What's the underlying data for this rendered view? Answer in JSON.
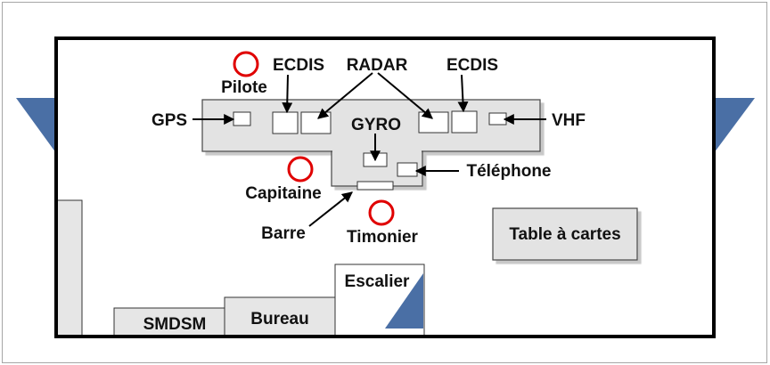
{
  "diagram": {
    "title": "Plan de passerelle",
    "colors": {
      "wall": "#000000",
      "console_fill": "#e3e3e3",
      "person_circle": "#e00000",
      "wing_triangle": "#4a6fa5",
      "frame_border": "#a6a6a6"
    },
    "persons": [
      {
        "id": "pilote",
        "label": "Pilote"
      },
      {
        "id": "capitaine",
        "label": "Capitaine"
      },
      {
        "id": "timonier",
        "label": "Timonier"
      }
    ],
    "equipment": [
      {
        "id": "gps",
        "label": "GPS"
      },
      {
        "id": "ecdis-left",
        "label": "ECDIS"
      },
      {
        "id": "radar",
        "label": "RADAR"
      },
      {
        "id": "ecdis-right",
        "label": "ECDIS"
      },
      {
        "id": "vhf",
        "label": "VHF"
      },
      {
        "id": "gyro",
        "label": "GYRO"
      },
      {
        "id": "telephone",
        "label": "Téléphone"
      },
      {
        "id": "barre",
        "label": "Barre"
      }
    ],
    "areas": [
      {
        "id": "table-cartes",
        "label": "Table à cartes"
      },
      {
        "id": "escalier",
        "label": "Escalier"
      },
      {
        "id": "bureau",
        "label": "Bureau"
      },
      {
        "id": "smdsm",
        "label": "SMDSM"
      }
    ]
  }
}
